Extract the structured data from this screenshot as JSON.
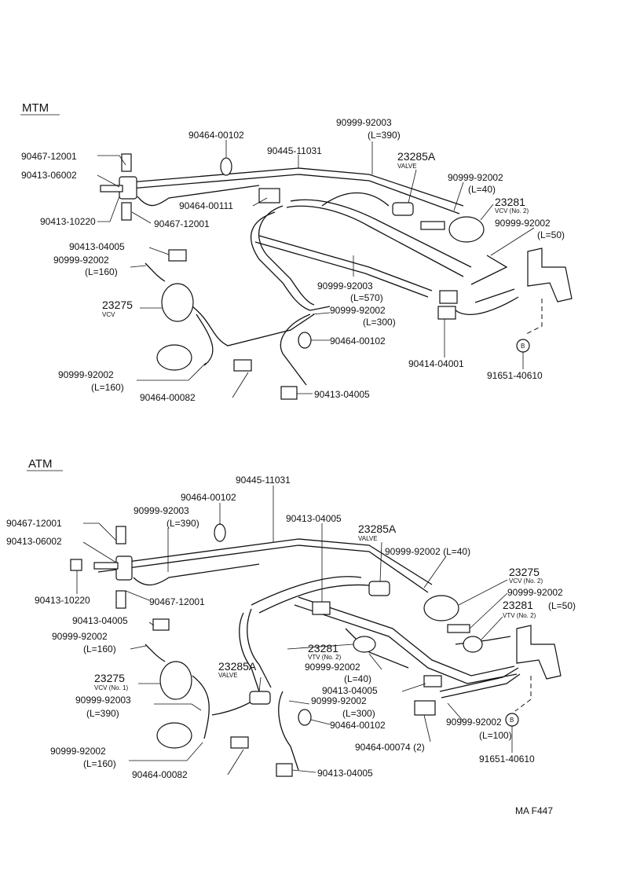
{
  "mtm": {
    "section_title": "MTM",
    "labels": [
      "90467-12001",
      "90413-06002",
      "90413-10220",
      "90467-12001",
      "90464-00102",
      "90445-11031",
      "90464-00111",
      "90999-92003",
      "(L=390)",
      "23285A",
      "VALVE",
      "90999-92002",
      "(L=40)",
      "23281",
      "VCV (No. 2)",
      "90999-92002",
      "(L=50)",
      "90413-04005",
      "90999-92002",
      "(L=160)",
      "23275",
      "VCV",
      "90999-92003",
      "(L=570)",
      "90999-92002",
      "(L=300)",
      "90464-00102",
      "90414-04001",
      "91651-40610",
      "90999-92002",
      "(L=160)",
      "90464-00082",
      "90413-04005"
    ],
    "bolt_mark": "B"
  },
  "atm": {
    "section_title": "ATM",
    "labels": [
      "90445-11031",
      "90464-00102",
      "90999-92003",
      "(L=390)",
      "90467-12001",
      "90413-06002",
      "90413-10220",
      "90467-12001",
      "90413-04005",
      "23285A",
      "VALVE",
      "90999-92002 (L=40)",
      "23275",
      "VCV (No. 2)",
      "90999-92002",
      "23281",
      "(L=50)",
      "VTV (No. 2)",
      "90413-04005",
      "90999-92002",
      "(L=160)",
      "23281",
      "VTV (No. 2)",
      "90999-92002",
      "(L=40)",
      "23285A",
      "VALVE",
      "23275",
      "VCV (No. 1)",
      "90999-92003",
      "(L=390)",
      "90413-04005",
      "90999-92002",
      "(L=300)",
      "90464-00102",
      "90999-92002",
      "(L=100)",
      "90464-00074 (2)",
      "91651-40610",
      "90999-92002",
      "(L=160)",
      "90464-00082",
      "90413-04005"
    ],
    "bolt_mark": "B"
  },
  "footer": {
    "code": "MA F447"
  }
}
